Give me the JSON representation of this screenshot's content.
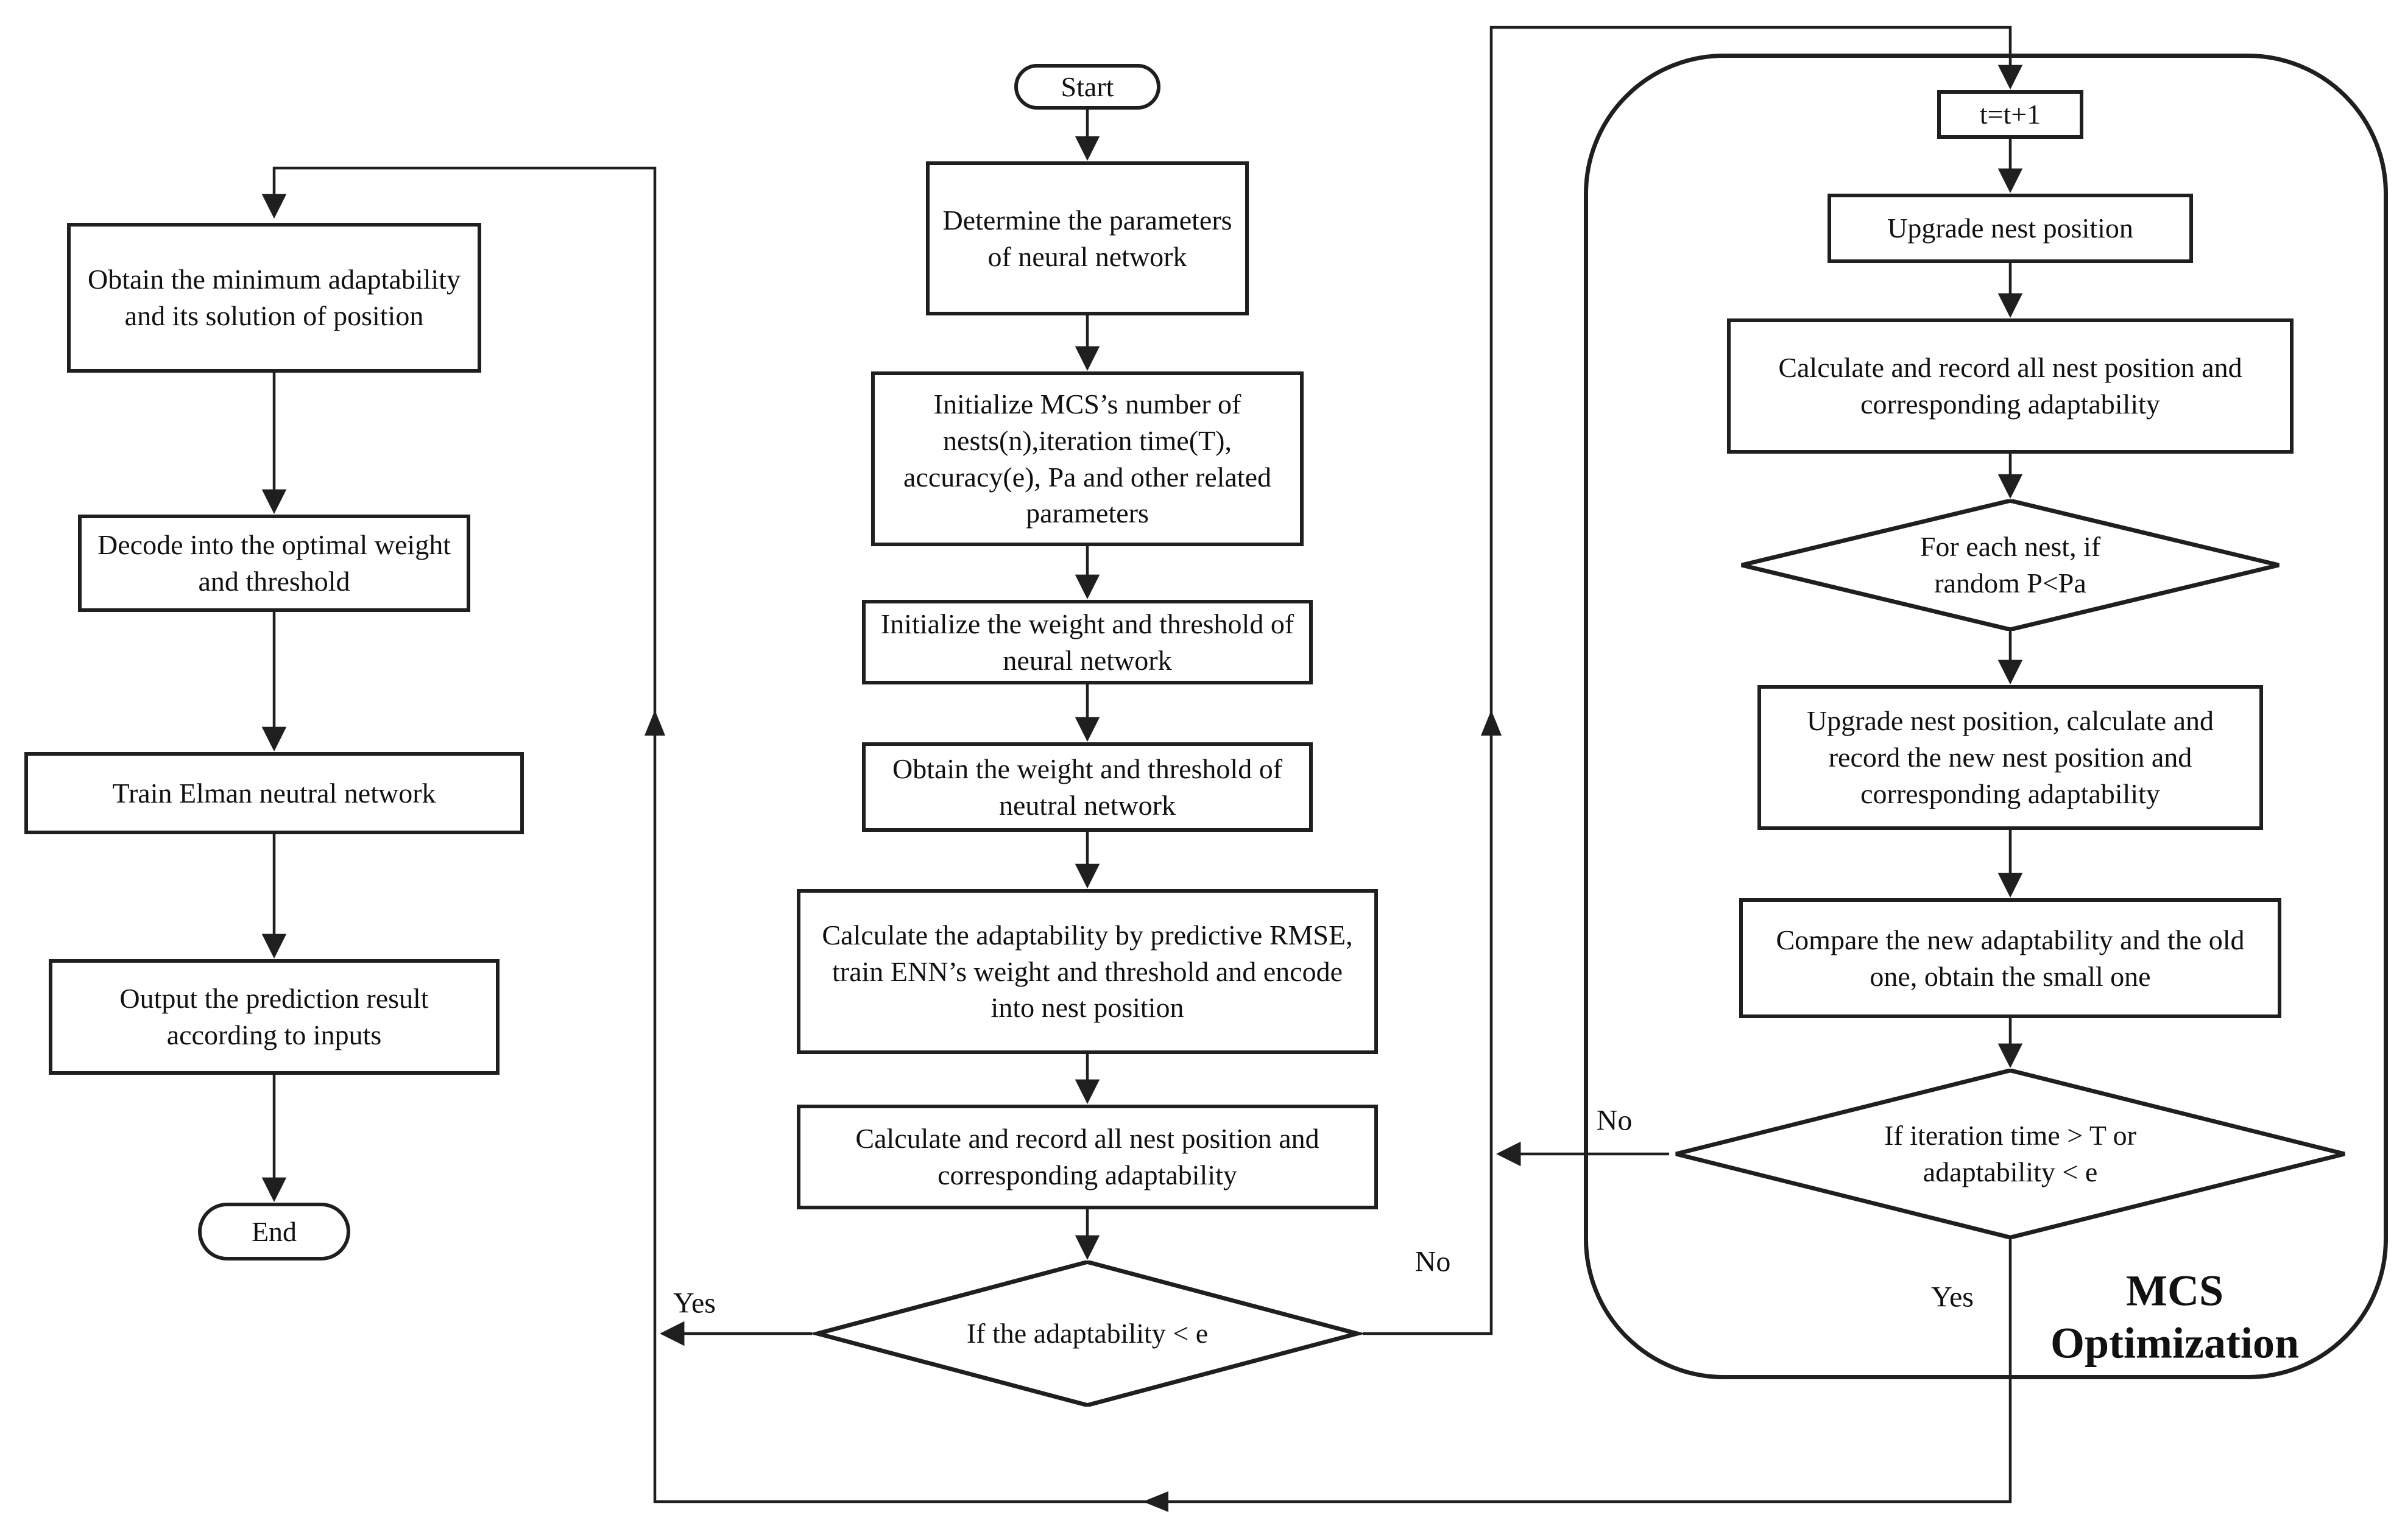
{
  "figure": {
    "background": "#ffffff",
    "line_color": "#1f1f1f"
  },
  "left_column": {
    "obtain_min": "Obtain the minimum adaptability and its solution of position",
    "decode": "Decode into the optimal weight and threshold",
    "train": "Train Elman neutral network",
    "output": "Output the prediction result according to inputs",
    "end": "End"
  },
  "middle_column": {
    "start": "Start",
    "determine": "Determine the parameters of neural network",
    "init_mcs": "Initialize MCS’s number of nests(n),iteration time(T), accuracy(e), Pa and other related parameters",
    "init_weight": "Initialize the weight and threshold of neural network",
    "obtain_weight": "Obtain the weight and threshold of neutral network",
    "calc_adapt": "Calculate the adaptability by predictive RMSE, train ENN’s weight and threshold and encode into nest position",
    "calc_record": "Calculate and record all nest position and corresponding adaptability",
    "decision_adapt": "If the adaptability < e"
  },
  "right_column": {
    "t_increment": "t=t+1",
    "upgrade_nest": "Upgrade nest position",
    "calc_record": "Calculate and record all nest position and corresponding adaptability",
    "decision_nest": "For each nest, if random P<Pa",
    "upgrade_calc": "Upgrade nest position, calculate and record the new nest position and corresponding adaptability",
    "compare": "Compare the new adaptability and the old one, obtain the small one",
    "decision_iter": "If iteration time > T or adaptability < e",
    "region_title_line1": "MCS",
    "region_title_line2": "Optimization"
  },
  "labels": {
    "yes_mid": "Yes",
    "no_mid": "No",
    "no_iter": "No",
    "yes_iter": "Yes"
  }
}
